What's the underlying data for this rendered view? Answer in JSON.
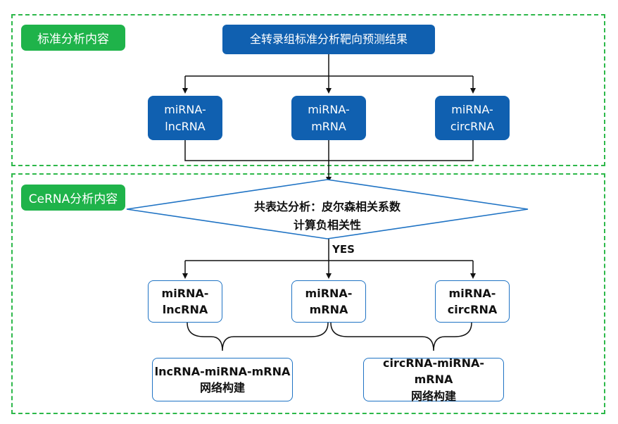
{
  "sections": {
    "standard": {
      "label": "标准分析内容"
    },
    "cerna": {
      "label": "CeRNA分析内容"
    }
  },
  "top": {
    "title": "全转录组标准分析靶向预测结果",
    "boxes": [
      {
        "line1": "miRNA-",
        "line2": "lncRNA"
      },
      {
        "line1": "miRNA-",
        "line2": "mRNA"
      },
      {
        "line1": "miRNA-",
        "line2": "circRNA"
      }
    ]
  },
  "decision": {
    "line1": "共表达分析：皮尔森相关系数",
    "line2": "计算负相关性",
    "yes_label": "YES"
  },
  "bottom": {
    "boxes": [
      {
        "line1": "miRNA-",
        "line2": "lncRNA"
      },
      {
        "line1": "miRNA-",
        "line2": "mRNA"
      },
      {
        "line1": "miRNA-",
        "line2": "circRNA"
      }
    ],
    "networks": [
      {
        "line1": "lncRNA-miRNA-mRNA",
        "line2": "网络构建"
      },
      {
        "line1": "circRNA-miRNA-mRNA",
        "line2": "网络构建"
      }
    ]
  },
  "colors": {
    "dashed_border": "#2db84a",
    "tag_green": "#1fb34a",
    "solid_blue": "#1060b0",
    "outline_blue": "#1f73c4"
  }
}
